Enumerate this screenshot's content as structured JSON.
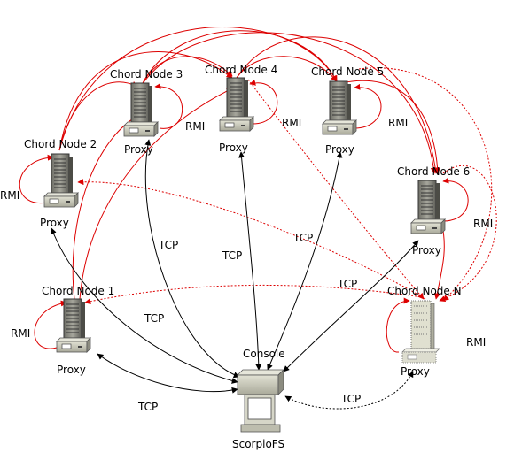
{
  "colors": {
    "rmi": "#dd0000",
    "tcp": "#000000",
    "server_body": "#8a8a80",
    "pc_body": "#cfcfc0"
  },
  "nodes": [
    {
      "id": "chord-node-1",
      "label": "Chord Node 1",
      "proxy": "Proxy",
      "rmi": "RMI"
    },
    {
      "id": "chord-node-2",
      "label": "Chord Node 2",
      "proxy": "Proxy",
      "rmi": "RMI"
    },
    {
      "id": "chord-node-3",
      "label": "Chord Node 3",
      "proxy": "Proxy",
      "rmi": "RMI"
    },
    {
      "id": "chord-node-4",
      "label": "Chord Node 4",
      "proxy": "Proxy",
      "rmi": "RMI"
    },
    {
      "id": "chord-node-5",
      "label": "Chord Node 5",
      "proxy": "Proxy",
      "rmi": "RMI"
    },
    {
      "id": "chord-node-6",
      "label": "Chord Node 6",
      "proxy": "Proxy",
      "rmi": "RMI"
    },
    {
      "id": "chord-node-n",
      "label": "Chord Node N",
      "proxy": "Proxy",
      "rmi": "RMI"
    }
  ],
  "console": {
    "label": "Console",
    "name": "ScorpioFS"
  },
  "tcp_label": "TCP"
}
